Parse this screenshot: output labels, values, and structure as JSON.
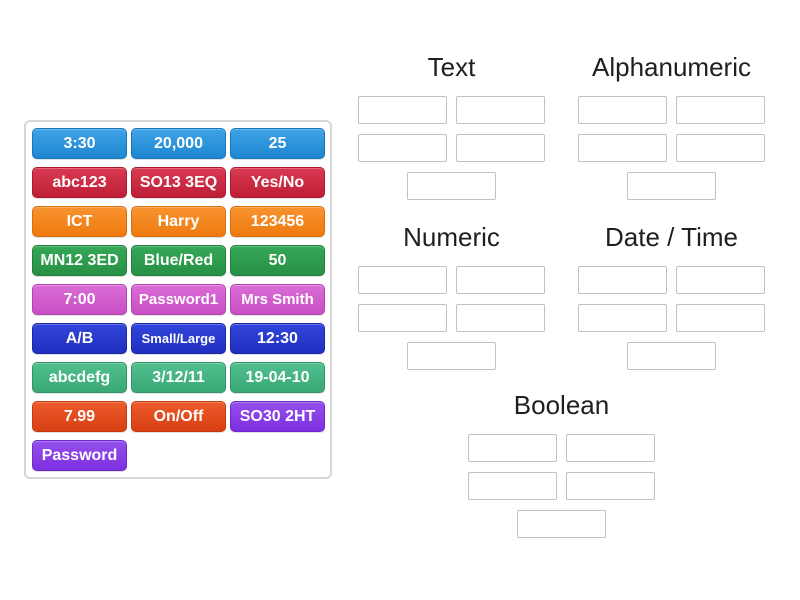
{
  "activity": {
    "type": "group-sort"
  },
  "categories": [
    {
      "id": "text",
      "label": "Text",
      "slot_count": 5
    },
    {
      "id": "alphanumeric",
      "label": "Alphanumeric",
      "slot_count": 5
    },
    {
      "id": "numeric",
      "label": "Numeric",
      "slot_count": 5
    },
    {
      "id": "datetime",
      "label": "Date / Time",
      "slot_count": 5
    },
    {
      "id": "boolean",
      "label": "Boolean",
      "slot_count": 5
    }
  ],
  "tiles": [
    {
      "label": "3:30",
      "color": "blue"
    },
    {
      "label": "20,000",
      "color": "blue"
    },
    {
      "label": "25",
      "color": "blue"
    },
    {
      "label": "abc123",
      "color": "crimson"
    },
    {
      "label": "SO13 3EQ",
      "color": "crimson"
    },
    {
      "label": "Yes/No",
      "color": "crimson"
    },
    {
      "label": "ICT",
      "color": "orange"
    },
    {
      "label": "Harry",
      "color": "orange"
    },
    {
      "label": "123456",
      "color": "orange"
    },
    {
      "label": "MN12 3ED",
      "color": "green"
    },
    {
      "label": "Blue/Red",
      "color": "green"
    },
    {
      "label": "50",
      "color": "green"
    },
    {
      "label": "7:00",
      "color": "orchid"
    },
    {
      "label": "Password1",
      "color": "orchid"
    },
    {
      "label": "Mrs Smith",
      "color": "orchid"
    },
    {
      "label": "A/B",
      "color": "royalblue"
    },
    {
      "label": "Small/Large",
      "color": "royalblue"
    },
    {
      "label": "12:30",
      "color": "royalblue"
    },
    {
      "label": "abcdefg",
      "color": "seagreen"
    },
    {
      "label": "3/12/11",
      "color": "seagreen"
    },
    {
      "label": "19-04-10",
      "color": "seagreen"
    },
    {
      "label": "7.99",
      "color": "orangered"
    },
    {
      "label": "On/Off",
      "color": "orangered"
    },
    {
      "label": "SO30 2HT",
      "color": "purple"
    },
    {
      "label": "Password",
      "color": "purple"
    }
  ],
  "colors": {
    "blue": {
      "top": "#3fa2e6",
      "bottom": "#1d87d0",
      "border": "#1878bc",
      "text": "#ffffff"
    },
    "crimson": {
      "top": "#d93a51",
      "bottom": "#bf1f36",
      "border": "#a91b30",
      "text": "#ffffff"
    },
    "orange": {
      "top": "#f8932f",
      "bottom": "#ee7a10",
      "border": "#d96f0c",
      "text": "#ffffff"
    },
    "green": {
      "top": "#35a857",
      "bottom": "#279044",
      "border": "#218040",
      "text": "#ffffff"
    },
    "orchid": {
      "top": "#db6dd7",
      "bottom": "#c84ec4",
      "border": "#b244af",
      "text": "#ffffff"
    },
    "royalblue": {
      "top": "#3245da",
      "bottom": "#2030c0",
      "border": "#1a28a6",
      "text": "#ffffff"
    },
    "seagreen": {
      "top": "#50c08e",
      "bottom": "#3aa875",
      "border": "#329566",
      "text": "#ffffff"
    },
    "orangered": {
      "top": "#ec5a2b",
      "bottom": "#d84012",
      "border": "#c0390f",
      "text": "#ffffff"
    },
    "purple": {
      "top": "#9550eb",
      "bottom": "#7d2fe0",
      "border": "#6e28c8",
      "text": "#ffffff"
    },
    "slot_border": "#c1c1c1",
    "tray_border": "#d7d7d7",
    "header_text": "#1f1f1f"
  }
}
